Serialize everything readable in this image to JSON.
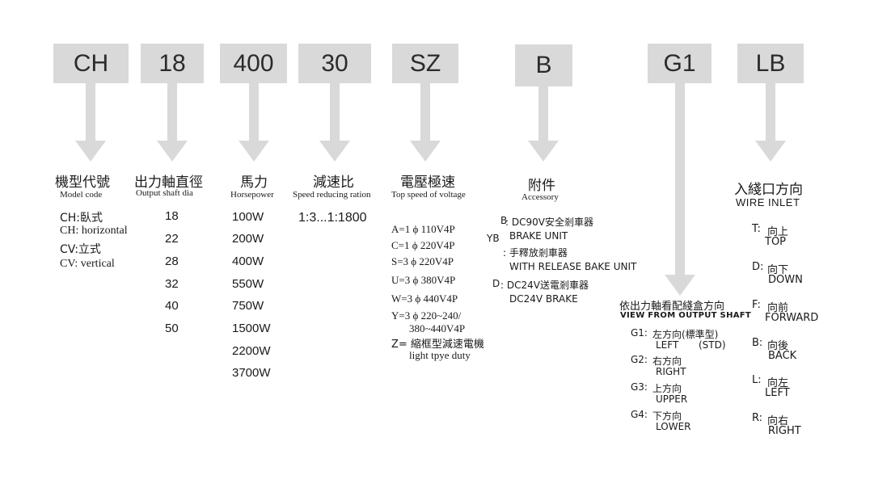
{
  "codes": [
    "CH",
    "18",
    "400",
    "30",
    "SZ",
    "B",
    "G1",
    "LB"
  ],
  "model": {
    "title": "機型代號",
    "subtitle": "Model code",
    "items": [
      "CH:臥式",
      "CH: horizontal",
      "CV:立式",
      "CV: vertical"
    ]
  },
  "shaft": {
    "title": "出力軸直徑",
    "subtitle": "Output shaft dia",
    "items": [
      "18",
      "22",
      "28",
      "32",
      "40",
      "50"
    ]
  },
  "power": {
    "title": "馬力",
    "subtitle": "Horsepower",
    "items": [
      "100W",
      "200W",
      "400W",
      "550W",
      "750W",
      "1500W",
      "2200W",
      "3700W"
    ]
  },
  "ratio": {
    "title": "減速比",
    "subtitle": "Speed reducing ration",
    "value": "1:3...1:1800"
  },
  "voltage": {
    "title": "電壓極速",
    "subtitle": "Top speed of voltage",
    "items": [
      "A=1 ϕ 110V4P",
      "C=1 ϕ 220V4P",
      "S=3 ϕ 220V4P",
      "U=3 ϕ 380V4P",
      "W=3 ϕ 440V4P",
      "Y=3 ϕ 220~240/",
      "380~440V4P",
      "Z= 縮框型減速電機",
      "light tpye duty"
    ]
  },
  "accessory": {
    "title": "附件",
    "subtitle": "Accessory",
    "b_key": "B",
    "b_line1": ": DC90V安全剎車器",
    "b_line2": "BRAKE UNIT",
    "yb_key": "YB",
    "yb_line1": ": 手釋放剎車器",
    "yb_line2": "WITH RELEASE BAKE UNIT",
    "d_key": "D",
    "d_line1": ": DC24V送電剎車器",
    "d_line2": "DC24V BRAKE"
  },
  "direction": {
    "title": "依出力軸看配綫盒方向",
    "subtitle": "VIEW FROM OUTPUT SHAFT",
    "items": [
      {
        "key": "G1:",
        "zh": "左方向(標準型)",
        "en": "LEFT",
        "extra": "(STD)"
      },
      {
        "key": "G2:",
        "zh": "右方向",
        "en": "RIGHT"
      },
      {
        "key": "G3:",
        "zh": "上方向",
        "en": "UPPER"
      },
      {
        "key": "G4:",
        "zh": "下方向",
        "en": "LOWER"
      }
    ]
  },
  "wire": {
    "title": "入綫口方向",
    "subtitle": "WIRE INLET",
    "items": [
      {
        "key": "T:",
        "zh": "向上",
        "en": "TOP"
      },
      {
        "key": "D:",
        "zh": "向下",
        "en": "DOWN"
      },
      {
        "key": "F:",
        "zh": "向前",
        "en": "FORWARD"
      },
      {
        "key": "B:",
        "zh": "向後",
        "en": "BACK"
      },
      {
        "key": "L:",
        "zh": "向左",
        "en": "LEFT"
      },
      {
        "key": "R:",
        "zh": "向右",
        "en": "RIGHT"
      }
    ]
  },
  "colors": {
    "box": "#d9d9d9",
    "text": "#1a1a1a"
  }
}
